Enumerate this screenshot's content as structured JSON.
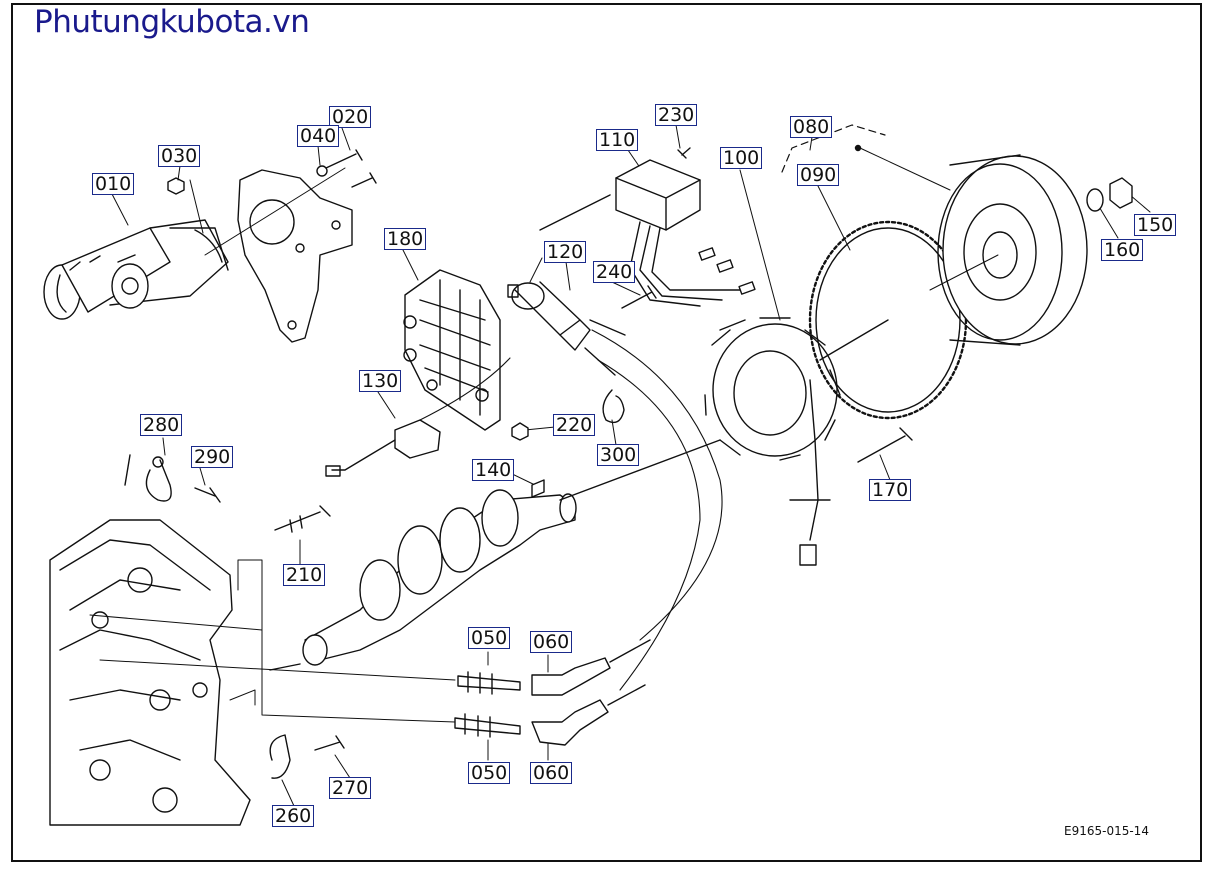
{
  "brand": "Phutungkubota.vn",
  "drawing_code": "E9165-015-14",
  "callouts": {
    "p010": "010",
    "p020": "020",
    "p030": "030",
    "p040": "040",
    "p050a": "050",
    "p050b": "050",
    "p060a": "060",
    "p060b": "060",
    "p080": "080",
    "p090": "090",
    "p100": "100",
    "p110": "110",
    "p120": "120",
    "p130": "130",
    "p140": "140",
    "p150": "150",
    "p160": "160",
    "p170": "170",
    "p180": "180",
    "p210": "210",
    "p220": "220",
    "p230": "230",
    "p240": "240",
    "p260": "260",
    "p270": "270",
    "p280": "280",
    "p290": "290",
    "p300": "300"
  }
}
